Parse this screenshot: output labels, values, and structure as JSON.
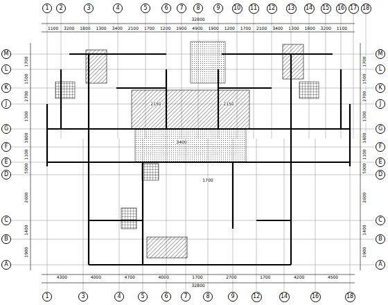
{
  "diagram": {
    "nodes": [
      {
        "text": [
          "1"
        ]
      },
      {
        "text": [
          "2"
        ]
      },
      {
        "text": [
          "3"
        ]
      },
      {
        "text": [
          "4"
        ]
      },
      {
        "text": [
          "5"
        ]
      },
      {
        "text": [
          "6"
        ]
      },
      {
        "text": [
          "7"
        ]
      },
      {
        "text": [
          "8"
        ]
      },
      {
        "text": [
          "9"
        ]
      },
      {
        "text": [
          "10"
        ]
      },
      {
        "text": [
          "11"
        ]
      },
      {
        "text": [
          "12"
        ]
      },
      {
        "text": [
          "13"
        ]
      },
      {
        "text": [
          "14"
        ]
      },
      {
        "text": [
          "15"
        ]
      },
      {
        "text": [
          "16"
        ]
      },
      {
        "text": [
          "17"
        ]
      },
      {
        "text": [
          "18"
        ]
      },
      {
        "text": [
          "1"
        ]
      },
      {
        "text": [
          "3"
        ]
      },
      {
        "text": [
          "4"
        ]
      },
      {
        "text": [
          "5"
        ]
      },
      {
        "text": [
          "6"
        ]
      },
      {
        "text": [
          "7"
        ]
      },
      {
        "text": [
          "8"
        ]
      },
      {
        "text": [
          "9"
        ]
      },
      {
        "text": [
          "12"
        ]
      },
      {
        "text": [
          "14"
        ]
      },
      {
        "text": [
          "16"
        ]
      },
      {
        "text": [
          "18"
        ]
      },
      {
        "text": [
          "M"
        ]
      },
      {
        "text": [
          "L"
        ]
      },
      {
        "text": [
          "K"
        ]
      },
      {
        "text": [
          "J"
        ]
      },
      {
        "text": [
          "G"
        ]
      },
      {
        "text": [
          "F"
        ]
      },
      {
        "text": [
          "E"
        ]
      },
      {
        "text": [
          "D"
        ]
      },
      {
        "text": [
          "C"
        ]
      },
      {
        "text": [
          "B"
        ]
      },
      {
        "text": [
          "A"
        ]
      },
      {
        "text": [
          "M"
        ]
      },
      {
        "text": [
          "L"
        ]
      },
      {
        "text": [
          "K"
        ]
      },
      {
        "text": [
          "J"
        ]
      },
      {
        "text": [
          "G"
        ]
      },
      {
        "text": [
          "F"
        ]
      },
      {
        "text": [
          "E"
        ]
      },
      {
        "text": [
          "D"
        ]
      },
      {
        "text": [
          "C"
        ]
      },
      {
        "text": [
          "B"
        ]
      },
      {
        "text": [
          "A"
        ]
      }
    ],
    "labels": [
      "32800",
      "1100",
      "3200",
      "1800",
      "1300",
      "3400",
      "2100",
      "1700",
      "1200",
      "1900",
      "4900",
      "1900",
      "1200",
      "1700",
      "2100",
      "3400",
      "1300",
      "1800",
      "3200",
      "1100",
      "32800",
      "4300",
      "4000",
      "4700",
      "4000",
      "1700",
      "2700",
      "1700",
      "4200",
      "4500",
      "1700",
      "1500",
      "2700",
      "1300",
      "1800",
      "1100",
      "5000",
      "2600",
      "1400",
      "1900",
      "1700",
      "1500",
      "2700",
      "1300",
      "1800",
      "1100",
      "5000",
      "2600",
      "1400",
      "1900",
      "2150",
      "2150",
      "3400",
      "1700"
    ]
  }
}
